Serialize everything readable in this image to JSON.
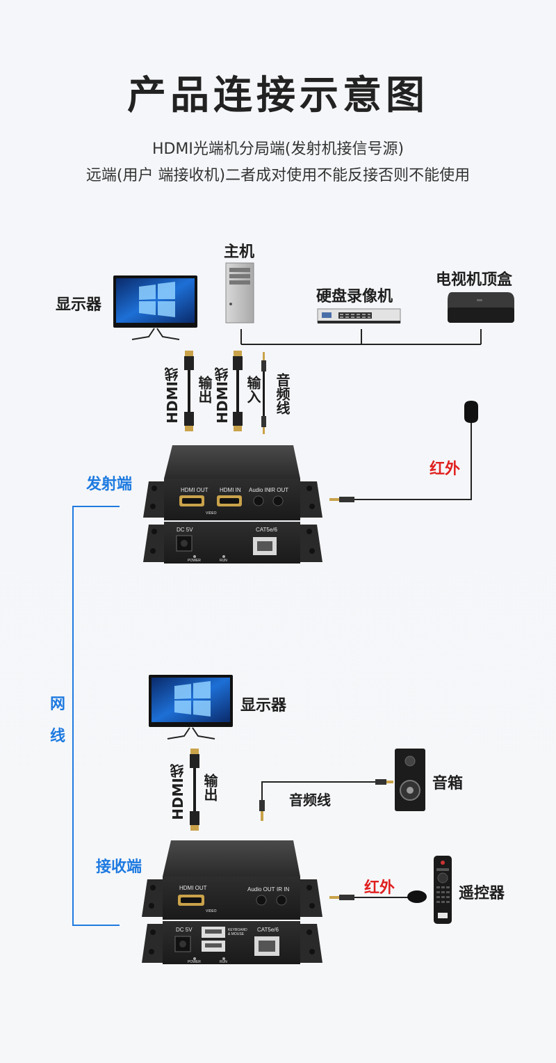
{
  "header": {
    "title": "产品连接示意图",
    "subtitle_line1": "HDMI光端机分局端(发射机接信号源)",
    "subtitle_line2": "远端(用户 端接收机)二者成对使用不能反接否则不能使用"
  },
  "transmitter_section": {
    "monitor_label": "显示器",
    "host_label": "主机",
    "dvr_label": "硬盘录像机",
    "settop_label": "电视机顶盒",
    "cable_hdmi_out_name": "HDMI线",
    "cable_hdmi_out_dir": "输出",
    "cable_hdmi_in_name": "HDMI线",
    "cable_hdmi_in_dir": "输入",
    "cable_audio": "音频线",
    "ir_label": "红外",
    "device_label": "发射端",
    "ports_top": [
      "HDMI OUT",
      "HDMI IN",
      "Audio IN",
      "IR OUT"
    ],
    "video_mark": "VIDEO",
    "ports_bottom": [
      "DC 5V",
      "CAT5e/6"
    ],
    "leds": [
      "POWER",
      "RUN"
    ]
  },
  "network_cable": {
    "char1": "网",
    "char2": "线"
  },
  "receiver_section": {
    "monitor_label": "显示器",
    "cable_hdmi_name": "HDMI线",
    "cable_hdmi_dir": "输出",
    "audio_cable": "音频线",
    "speaker_label": "音箱",
    "ir_label": "红外",
    "remote_label": "遥控器",
    "device_label": "接收端",
    "ports_top": [
      "HDMI OUT",
      "Audio OUT",
      "IR IN"
    ],
    "video_mark": "VIDEO",
    "ports_bottom": [
      "DC 5V",
      "KEYBOARD & MOUSE",
      "CAT5e/6"
    ],
    "leds": [
      "POWER",
      "RUN"
    ]
  },
  "colors": {
    "blue": "#1e7ae0",
    "red": "#e02020",
    "text": "#1e1e1e"
  }
}
